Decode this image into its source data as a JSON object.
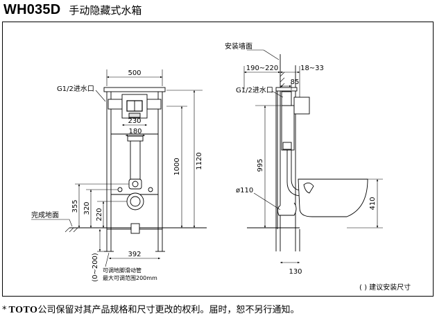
{
  "title": {
    "model": "WH035D",
    "product": "手动隐藏式水箱"
  },
  "front_view": {
    "width_total": "500",
    "inlet": "G1/2进水口",
    "width_230": "230",
    "width_180": "180",
    "height_1120": "1120",
    "height_1000": "1000",
    "height_355": "355",
    "height_320": "320",
    "height_220": "220",
    "floor_label": "完成地面",
    "width_392": "392",
    "adjust_range": "(0~200)",
    "adjust_note_1": "可调地脚滑动管",
    "adjust_note_2": "最大可调范围200mm"
  },
  "side_view": {
    "wall_label": "安装墙面",
    "depth_190_220": "190~220",
    "depth_18_33": "18~33",
    "inlet": "G1/2进水口",
    "depth_85": "85",
    "height_995": "995",
    "pipe_dia": "ø110",
    "height_410": "410",
    "width_130": "130"
  },
  "legend_note": "( ) 建议安装尺寸",
  "footer": {
    "star": "*",
    "brand": "TOTO",
    "text": "公司保留对其产品规格和尺寸更改的权利。届时，恕不另行通知。"
  }
}
